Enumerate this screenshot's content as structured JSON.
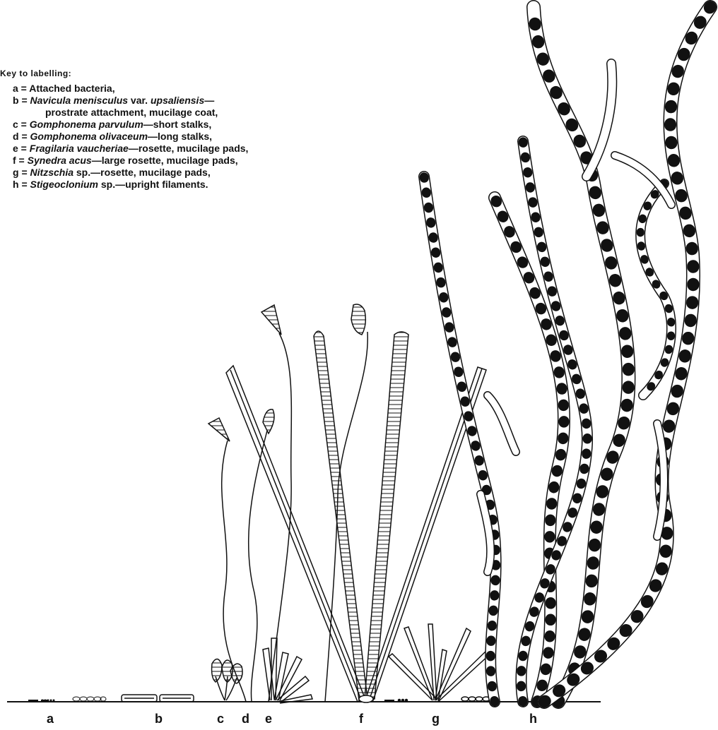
{
  "key": {
    "title": "Key to labelling:",
    "items": [
      {
        "letter": "a",
        "sep": " = ",
        "name": "",
        "desc": "Attached bacteria,"
      },
      {
        "letter": "b",
        "sep": " = ",
        "name": "Navicula menisculus",
        "mid": " var. ",
        "name2": "upsaliensis",
        "desc": "—"
      },
      {
        "cont": "prostrate attachment, mucilage coat,"
      },
      {
        "letter": "c",
        "sep": " = ",
        "name": "Gomphonema parvulum",
        "desc": "—short stalks,"
      },
      {
        "letter": "d",
        "sep": " = ",
        "name": "Gomphonema olivaceum",
        "desc": "—long stalks,"
      },
      {
        "letter": "e",
        "sep": " = ",
        "name": "Fragilaria vaucheriae",
        "desc": "—rosette, mucilage pads,"
      },
      {
        "letter": "f",
        "sep": " = ",
        "name": "Synedra acus",
        "desc": "—large rosette, mucilage pads,"
      },
      {
        "letter": "g",
        "sep": " = ",
        "name": "Nitzschia",
        "desc": " sp.—rosette, mucilage pads,"
      },
      {
        "letter": "h",
        "sep": " = ",
        "name": "Stigeoclonium",
        "desc": " sp.—upright filaments."
      }
    ]
  },
  "labels": {
    "a": "a",
    "b": "b",
    "c": "c",
    "d": "d",
    "e": "e",
    "f": "f",
    "g": "g",
    "h": "h"
  }
}
